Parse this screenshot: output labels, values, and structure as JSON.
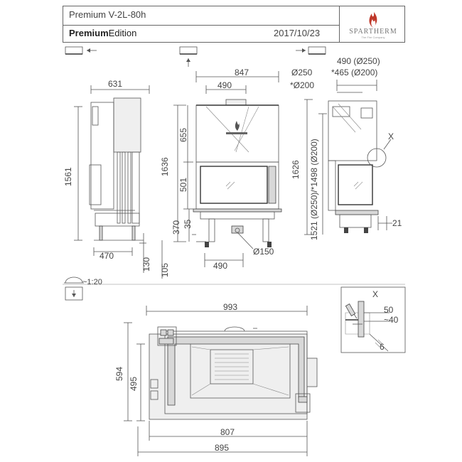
{
  "header": {
    "model": "Premium V-2L-80h",
    "edition_bold": "Premium",
    "edition_rest": "Edition",
    "date": "2017/10/23",
    "brand_name": "SPARTHERM",
    "brand_tagline": "The Fire Company"
  },
  "side_view": {
    "width": "631",
    "height": "1561",
    "depth_bottom": "470",
    "leg_height": "130",
    "base_offset": "105"
  },
  "front_view": {
    "width": "847",
    "flue_offset": "490",
    "upper_height": "655",
    "total_height": "1636",
    "glass_height": "501",
    "base_height": "370",
    "small_offset": "35",
    "air_inlet": "Ø150",
    "bottom_offset": "490"
  },
  "right_view": {
    "flue_dim_1": "490 (Ø250)",
    "flue_dim_2": "*465 (Ø200)",
    "flue_diameter_1": "Ø250",
    "flue_diameter_2": "*Ø200",
    "total_height": "1626",
    "flue_height": "1521 (Ø250)/*1498 (Ø200)",
    "side_offset": "21",
    "detail_marker": "X"
  },
  "plan_view": {
    "scale": "~1:20",
    "overall_width": "993",
    "depth_outer": "594",
    "depth_inner": "495",
    "width_inner": "807",
    "width_outer": "895"
  },
  "detail_view": {
    "marker": "X",
    "dim_1": "50",
    "dim_2": "~40",
    "dim_3": "6"
  }
}
